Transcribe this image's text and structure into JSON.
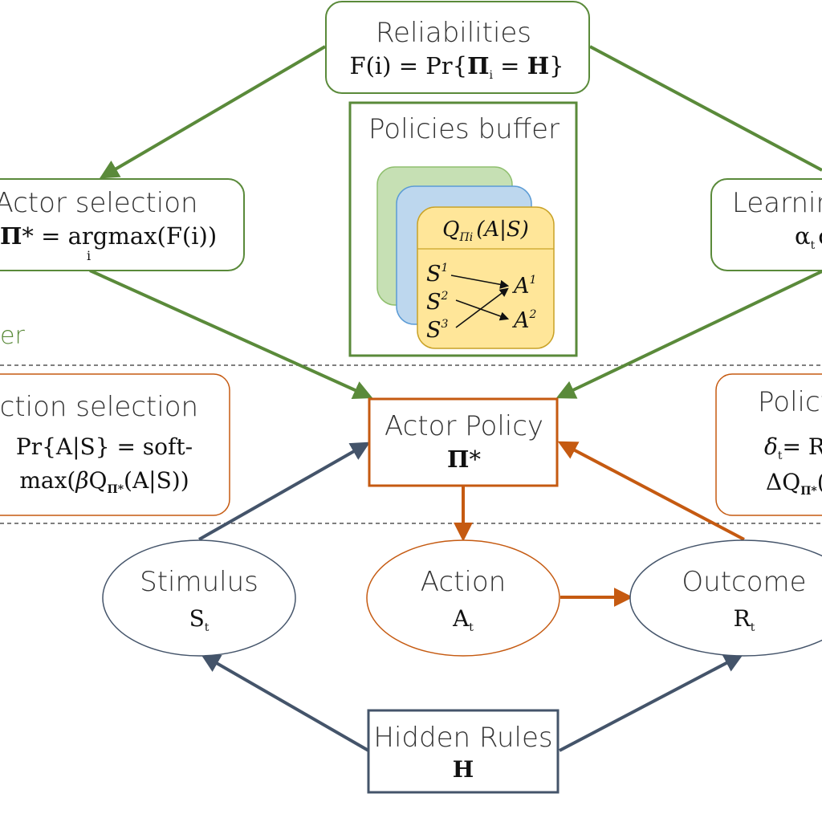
{
  "colors": {
    "green": "#5a8a3a",
    "orange": "#c55a11",
    "navy": "#44546a",
    "card_green": "#c6e0b4",
    "card_blue": "#bdd7ee",
    "card_yellow": "#ffe699"
  },
  "reliabilities": {
    "title": "Reliabilities",
    "f": "F(i)",
    "eq": "=",
    "pr": "Pr{",
    "pi": "Π",
    "sub": "i",
    "eq2": "=",
    "h": "H",
    "close": "}"
  },
  "buffer": {
    "title": "Policies buffer",
    "q": "Q",
    "q_sub": "Πi",
    "q_arg": "(A|S)",
    "s": "S",
    "a": "A",
    "s1": "1",
    "s2": "2",
    "s3": "3",
    "a1": "1",
    "a2": "2"
  },
  "actor_selection": {
    "title": "Actor selection",
    "pi": "Π",
    "star": "* = ",
    "arg": "argmax(F(i))",
    "sub": "i"
  },
  "learning": {
    "title": "Learning",
    "alpha": "α",
    "sub": "t",
    "rest": "c"
  },
  "layer_label": "er",
  "action_selection": {
    "title": "Action selection",
    "line1": "Pr{A|S} = soft-",
    "l2a": "max(",
    "beta": "β",
    "q": "Q",
    "q_sub": "Π*",
    "l2b": "(A|S))"
  },
  "actor_policy": {
    "title": "Actor Policy",
    "pi": "Π",
    "star": "*"
  },
  "policy_update": {
    "title": "Policy",
    "delta": "δ",
    "dsub": "t",
    "deq": "= R",
    "dq": "ΔQ",
    "qsub": "Π*",
    "qrest": "("
  },
  "stimulus": {
    "title": "Stimulus",
    "sym": "S",
    "sub": "t"
  },
  "action": {
    "title": "Action",
    "sym": "A",
    "sub": "t"
  },
  "outcome": {
    "title": "Outcome",
    "sym": "R",
    "sub": "t"
  },
  "hidden_rules": {
    "title": "Hidden Rules",
    "sym": "H"
  }
}
